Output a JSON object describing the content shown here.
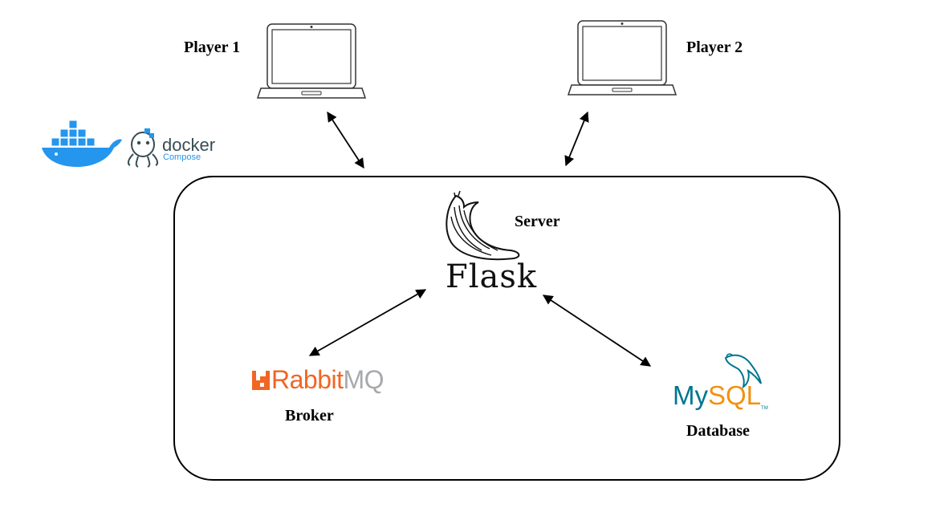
{
  "labels": {
    "player1": "Player 1",
    "player2": "Player 2",
    "server": "Server",
    "broker": "Broker",
    "database": "Database"
  },
  "logos": {
    "flask": "Flask",
    "rabbitmq_part1": "Rabbit",
    "rabbitmq_part2": "MQ",
    "mysql_part1": "My",
    "mysql_part2": "SQL",
    "mysql_tm": "TM",
    "docker": "docker",
    "compose": "Compose"
  },
  "icons": {
    "player1": "laptop-icon",
    "player2": "laptop-icon",
    "server": "flask-horn-icon",
    "broker": "rabbitmq-logo-icon",
    "database": "mysql-dolphin-icon",
    "docker": "docker-whale-icon",
    "compose": "docker-compose-octopus-icon"
  },
  "colors": {
    "rabbitmq_orange": "#f26522",
    "rabbitmq_gray": "#a7a9ac",
    "mysql_blue": "#00758f",
    "mysql_orange": "#f29111",
    "docker_blue": "#2496ed",
    "docker_dark": "#384d54"
  },
  "connections": [
    {
      "from": "player1",
      "to": "server",
      "bidirectional": true
    },
    {
      "from": "player2",
      "to": "server",
      "bidirectional": true
    },
    {
      "from": "server",
      "to": "broker",
      "bidirectional": true
    },
    {
      "from": "server",
      "to": "database",
      "bidirectional": true
    }
  ]
}
